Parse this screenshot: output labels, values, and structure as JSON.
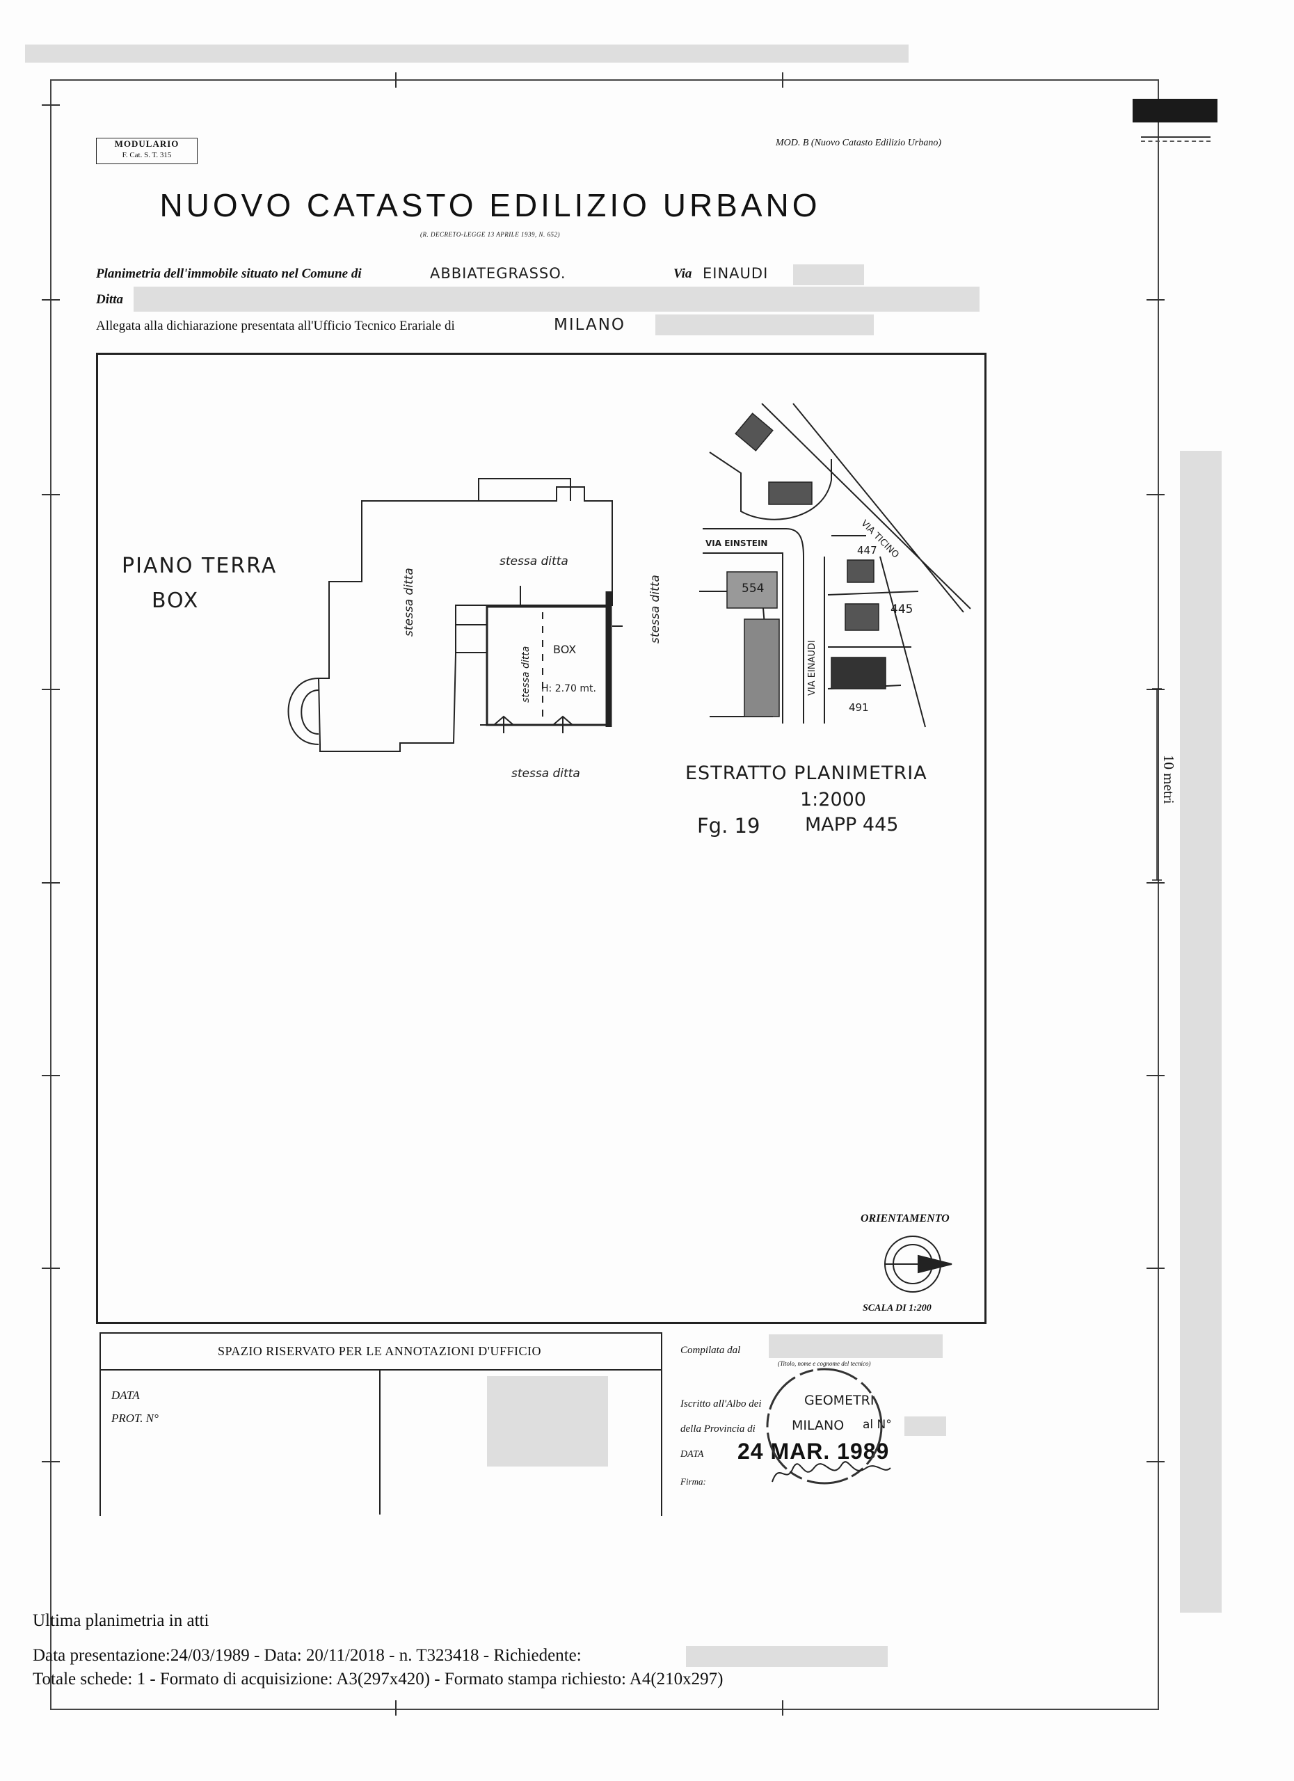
{
  "header": {
    "modulario_line1": "MODULARIO",
    "modulario_line2": "F. Cat. S. T. 315",
    "model_ref": "MOD. B (Nuovo Catasto Edilizio Urbano)",
    "title": "NUOVO CATASTO EDILIZIO URBANO",
    "subtitle": "(R. DECRETO-LEGGE 13 APRILE 1939, N. 652)"
  },
  "fields": {
    "planimetria_label": "Planimetria dell'immobile situato nel Comune di",
    "comune_value": "ABBIATEGRASSO.",
    "via_label": "Via",
    "via_value": "EINAUDI",
    "ditta_label": "Ditta",
    "allegata_label": "Allegata alla dichiarazione presentata all'Ufficio Tecnico Erariale di",
    "ufficio_value": "MILANO"
  },
  "drawing": {
    "floor_label": "PIANO TERRA",
    "unit_label": "BOX",
    "neighbor_label": "stessa ditta",
    "box_label": "BOX",
    "height_label": "H: 2.70 mt.",
    "estratto_label": "ESTRATTO PLANIMETRIA",
    "estratto_scale": "1:2000",
    "foglio_label": "Fg. 19",
    "mappale_label": "MAPP 445",
    "street_einstein": "VIA EINSTEIN",
    "street_einaudi": "VIA EINAUDI",
    "street_ticino": "VIA TICINO",
    "parcels": [
      "554",
      "447",
      "445",
      "491"
    ],
    "scale_bar_label": "10 metri",
    "orientation_label": "ORIENTAMENTO",
    "scale_label": "SCALA DI 1:200"
  },
  "office": {
    "header": "SPAZIO RISERVATO PER LE ANNOTAZIONI D'UFFICIO",
    "data_label": "DATA",
    "prot_label": "PROT. N°"
  },
  "compiler": {
    "compilata_label": "Compilata dal",
    "titolo_note": "(Titolo, nome e cognome del tecnico)",
    "albo_label": "Iscritto all'Albo dei",
    "albo_value": "GEOMETRI",
    "provincia_label": "della Provincia di",
    "provincia_value": "MILANO",
    "al_n_label": "al N°",
    "data_label": "DATA",
    "date_stamp": "24 MAR. 1989",
    "firma_label": "Firma:"
  },
  "footer": {
    "line1": "Ultima planimetria in atti",
    "line2": "Data presentazione:24/03/1989 - Data: 20/11/2018 - n. T323418 - Richiedente:",
    "line3": "Totale schede: 1 - Formato di acquisizione: A3(297x420)  - Formato stampa richiesto: A4(210x297)"
  }
}
